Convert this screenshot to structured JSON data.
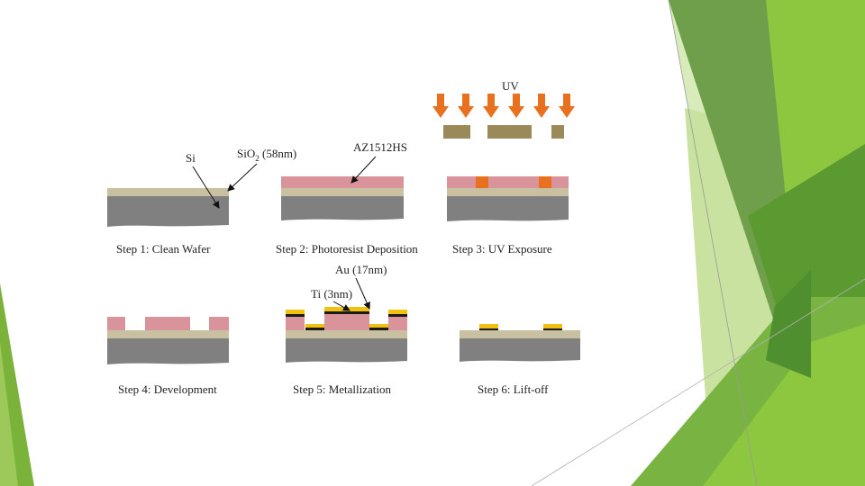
{
  "diagram": {
    "labels": {
      "si": "Si",
      "sio2_main": "SiO",
      "sio2_sub": "2",
      "sio2_rest": " (58nm)",
      "photoresist": "AZ1512HS",
      "uv": "UV",
      "au": "Au (17nm)",
      "ti": "Ti (3nm)"
    },
    "steps": [
      "Step 1: Clean Wafer",
      "Step 2: Photoresist Deposition",
      "Step 3: UV Exposure",
      "Step 4: Development",
      "Step 5: Metallization",
      "Step 6: Lift-off"
    ],
    "colors": {
      "silicon": "#808080",
      "oxide": "#c8c0a0",
      "photoresist": "#d9939a",
      "exposed_resist": "#e8701e",
      "mask": "#9a8a5a",
      "uv_arrow": "#e8701e",
      "gold": "#f2c010",
      "titanium": "#1a1a1a",
      "theme_green_dark": "#4f8f2f",
      "theme_green": "#7bb33a",
      "theme_green_light": "#c9e2a0"
    }
  }
}
